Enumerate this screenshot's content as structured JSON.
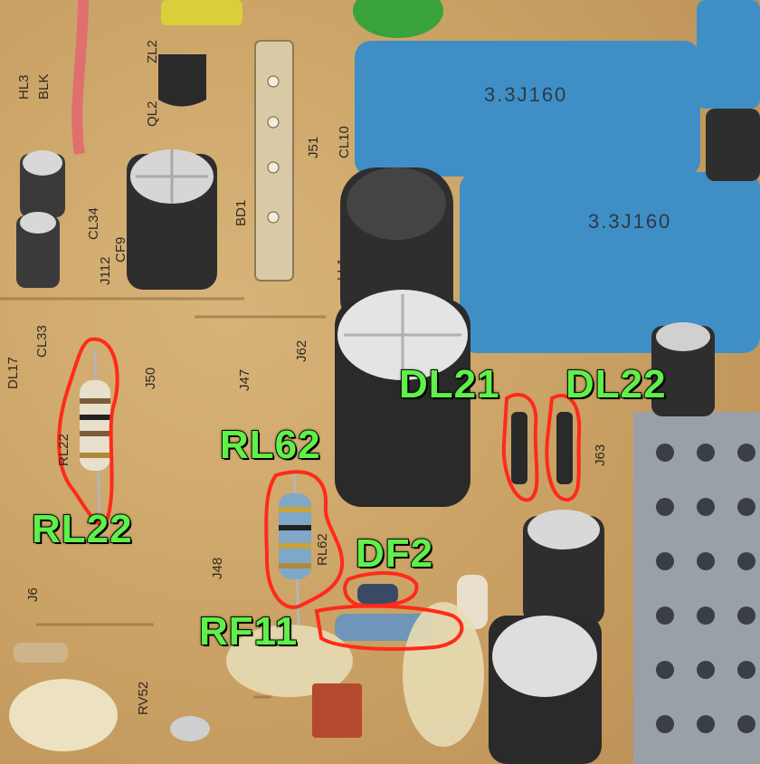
{
  "annotations": {
    "rl22": "RL22",
    "rl62": "RL62",
    "rf11": "RF11",
    "df2": "DF2",
    "dl21": "DL21",
    "dl22": "DL22"
  },
  "capacitor_markings": {
    "top": "3.3J160",
    "bottom": "3.3J160"
  },
  "silkscreen": {
    "hl3": "HL3",
    "blk": "BLK",
    "zl2": "ZL2",
    "ql2": "QL2",
    "bd1": "BD1",
    "j51": "J51",
    "cl10": "CL10",
    "cl34": "CL34",
    "j112": "J112",
    "cf9": "CF9",
    "dl17": "DL17",
    "cl33": "CL33",
    "j50": "J50",
    "j47": "J47",
    "j62": "J62",
    "ll1": "LL1",
    "j63": "J63",
    "j6": "J6",
    "j48": "J48",
    "rv52": "RV52",
    "rl22_silk": "RL22",
    "rl62_silk": "RL62"
  },
  "colors": {
    "annotation_text": "#5ff04a",
    "highlight_outline": "#ff2a1a",
    "board": "#c9a063",
    "film_capacitor": "#3f8fc6"
  }
}
